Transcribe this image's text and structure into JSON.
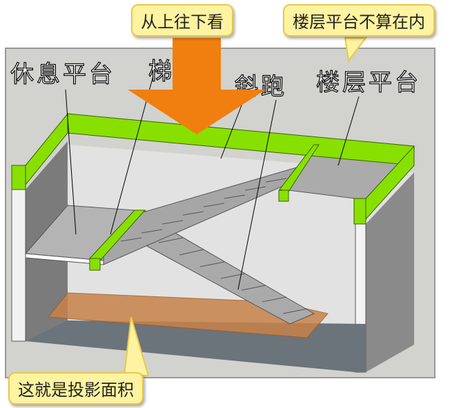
{
  "callouts": {
    "top_view": "从上往下看",
    "floor_platform_excluded": "楼层平台不算在内",
    "projection_area": "这就是投影面积"
  },
  "labels": {
    "rest_platform": "休息平台",
    "stair_beam": "梯",
    "inclined_flight": "斜跑",
    "floor_platform": "楼层平台"
  },
  "colors": {
    "green": "#88e000",
    "arrow": "#f07f10",
    "projection": "#c8824a",
    "callout_bg": "#fdf3a0"
  }
}
